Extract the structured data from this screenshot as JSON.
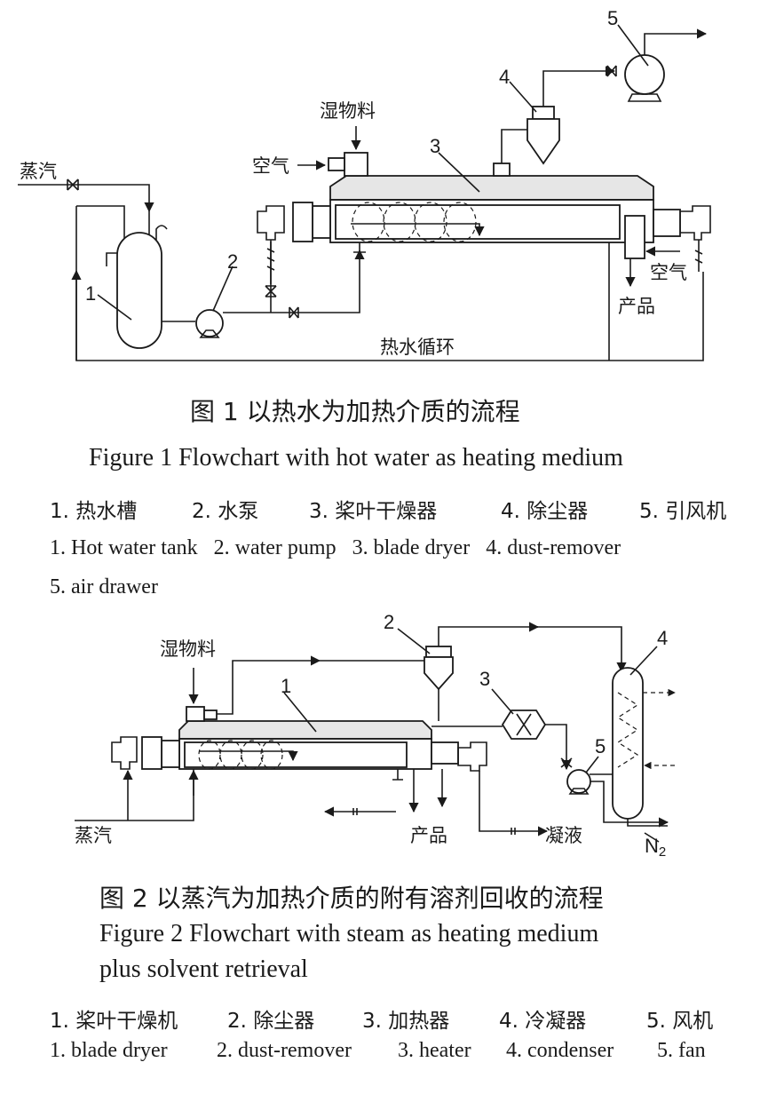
{
  "figure1": {
    "labels": {
      "steam": "蒸汽",
      "wet_material": "湿物料",
      "air_in": "空气",
      "air_out": "空气",
      "product": "产品",
      "hot_water_cycle": "热水循环"
    },
    "numbers": [
      "1",
      "2",
      "3",
      "4",
      "5"
    ],
    "caption_cn": "图 1  以热水为加热介质的流程",
    "caption_en": "Figure 1 Flowchart with hot water as heating medium",
    "legend_cn": [
      "1. 热水槽",
      "2. 水泵",
      "3. 桨叶干燥器",
      "4. 除尘器",
      "5. 引风机"
    ],
    "legend_en_line1": "1. Hot water tank   2. water pump   3. blade dryer   4. dust-remover",
    "legend_en_line2": "5. air drawer"
  },
  "figure2": {
    "labels": {
      "wet_material": "湿物料",
      "steam": "蒸汽",
      "product": "产品",
      "condensate": "凝液",
      "nitrogen": "N",
      "nitrogen_sub": "2"
    },
    "numbers": [
      "1",
      "2",
      "3",
      "4",
      "5"
    ],
    "caption_cn": "图 2  以蒸汽为加热介质的附有溶剂回收的流程",
    "caption_en_line1": "Figure 2 Flowchart with steam as heating medium",
    "caption_en_line2": "plus solvent retrieval",
    "legend_cn": [
      "1. 桨叶干燥机",
      "2. 除尘器",
      "3. 加热器",
      "4. 冷凝器",
      "5. 风机"
    ],
    "legend_en": [
      "1. blade dryer",
      "2. dust-remover",
      "3. heater",
      "4. condenser",
      "5. fan"
    ]
  }
}
